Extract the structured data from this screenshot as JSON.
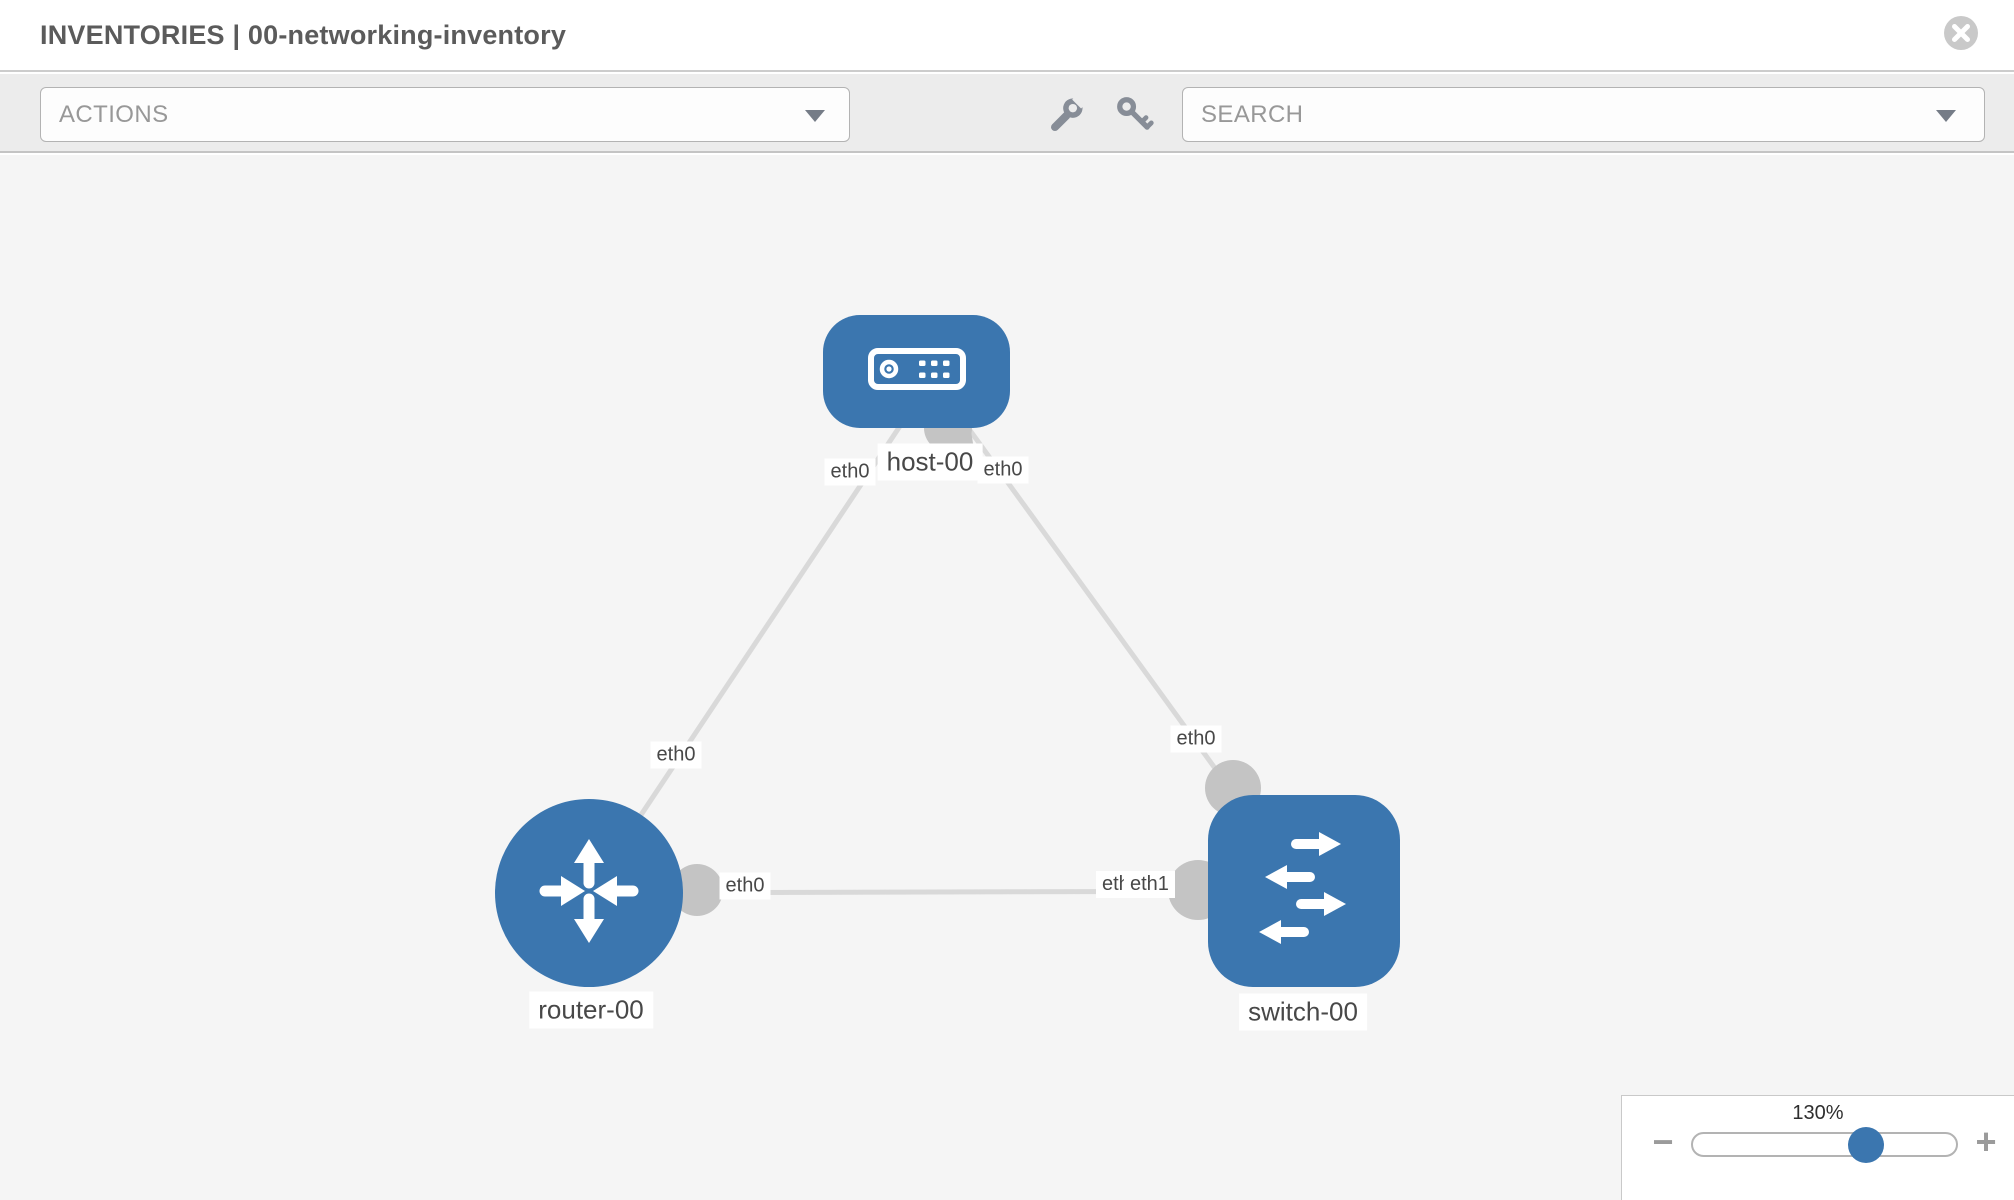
{
  "header": {
    "title": "INVENTORIES | 00-networking-inventory"
  },
  "toolbar": {
    "actions_label": "ACTIONS",
    "search_placeholder": "SEARCH",
    "wrench_icon": "wrench",
    "key_icon": "key"
  },
  "topology": {
    "nodes": [
      {
        "id": "host-00",
        "label": "host-00",
        "type": "host",
        "icon": "server-device-icon"
      },
      {
        "id": "router-00",
        "label": "router-00",
        "type": "router",
        "icon": "router-arrows-icon"
      },
      {
        "id": "switch-00",
        "label": "switch-00",
        "type": "switch",
        "icon": "switch-arrows-icon"
      }
    ],
    "links": [
      {
        "source": "host-00",
        "target": "router-00",
        "source_interface": "eth0",
        "target_interface": "eth0"
      },
      {
        "source": "host-00",
        "target": "switch-00",
        "source_interface": "eth0",
        "target_interface": "eth0"
      },
      {
        "source": "router-00",
        "target": "switch-00",
        "source_interface": "eth0",
        "target_interface": "eth1",
        "target_interface_under": "eth0"
      }
    ]
  },
  "zoom_control": {
    "percent": "130%",
    "zoom_out": "−",
    "zoom_in": "+"
  },
  "colors": {
    "node_blue": "#3b76af",
    "edge_gray": "#d9d9d9",
    "connector_gray": "#c4c4c4",
    "toolbar_gray": "#ececec"
  }
}
